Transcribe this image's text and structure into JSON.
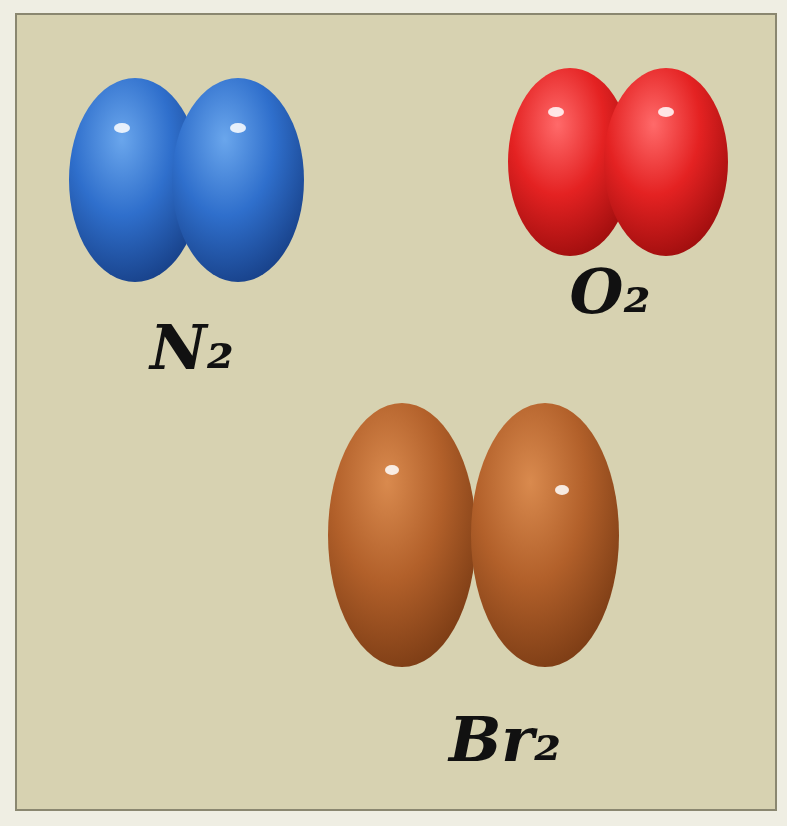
{
  "diagram": {
    "labels": [
      "N₂",
      "O₂",
      "Br₂"
    ]
  }
}
